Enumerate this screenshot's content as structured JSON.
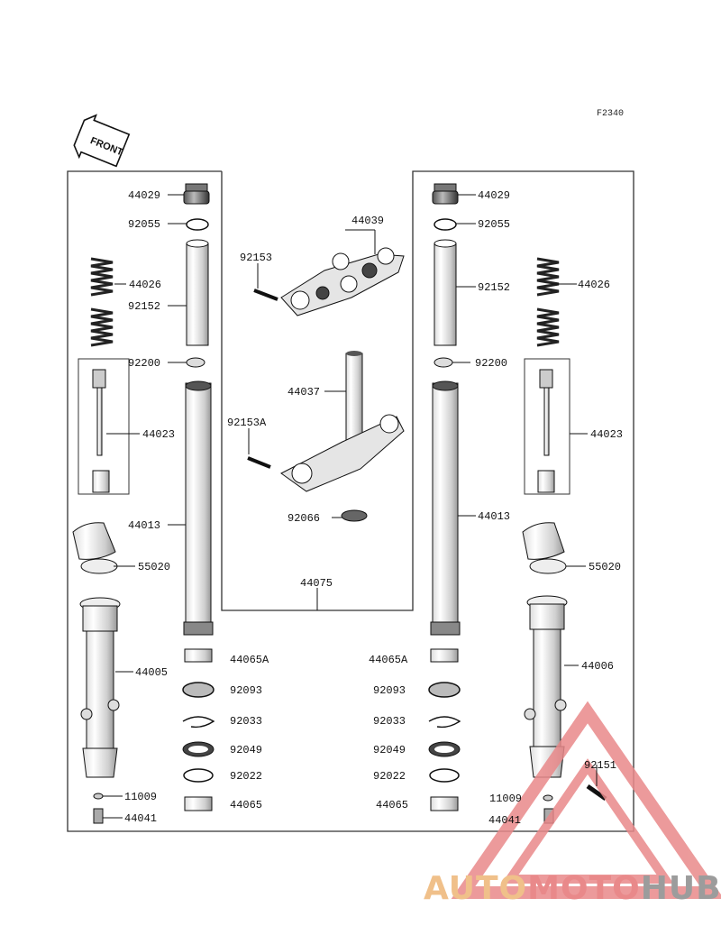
{
  "figure_code": "F2340",
  "front_arrow_text": "FRONT",
  "watermark": {
    "part1": "AUTO",
    "part2": "MOTO",
    "part3": "HUB"
  },
  "left_fork": {
    "cap": "44029",
    "o_ring": "92055",
    "spring": "44026",
    "spacer": "92152",
    "washer": "92200",
    "cylinder": "44023",
    "inner_tube": "44013",
    "cover": "55020",
    "outer_tube": "44005",
    "bushing_a": "44065A",
    "oil_seal_seat": "92093",
    "snap_ring": "92033",
    "oil_seal": "92049",
    "dust_ring": "92022",
    "bushing": "44065",
    "gasket": "11009",
    "bolt": "44041"
  },
  "right_fork": {
    "cap": "44029",
    "o_ring": "92055",
    "spring": "44026",
    "spacer": "92152",
    "washer": "92200",
    "cylinder": "44023",
    "inner_tube": "44013",
    "cover": "55020",
    "outer_tube": "44006",
    "bushing_a": "44065A",
    "oil_seal_seat": "92093",
    "snap_ring": "92033",
    "oil_seal": "92049",
    "dust_ring": "92022",
    "bushing": "44065",
    "gasket": "11009",
    "bolt": "44041",
    "caliper_bolt": "92151"
  },
  "center": {
    "upper_clamp": "44039",
    "upper_bolt": "92153",
    "stem": "44037",
    "lower_bolt": "92153A",
    "seal": "92066",
    "assembly": "44075"
  }
}
